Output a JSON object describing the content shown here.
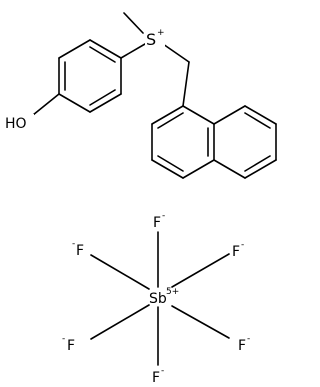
{
  "cation": {
    "sulfur": {
      "symbol": "S",
      "charge": "+"
    },
    "oxygen": {
      "symbol": "HO"
    }
  },
  "anion": {
    "antimony": {
      "symbol": "Sb",
      "charge": "5+"
    },
    "fluorines": [
      {
        "symbol": "F",
        "charge": "-"
      },
      {
        "symbol": "F",
        "charge": "-"
      },
      {
        "symbol": "F",
        "charge": "-"
      },
      {
        "symbol": "F",
        "charge": "-"
      },
      {
        "symbol": "F",
        "charge": "-"
      },
      {
        "symbol": "F",
        "charge": "-"
      }
    ]
  }
}
